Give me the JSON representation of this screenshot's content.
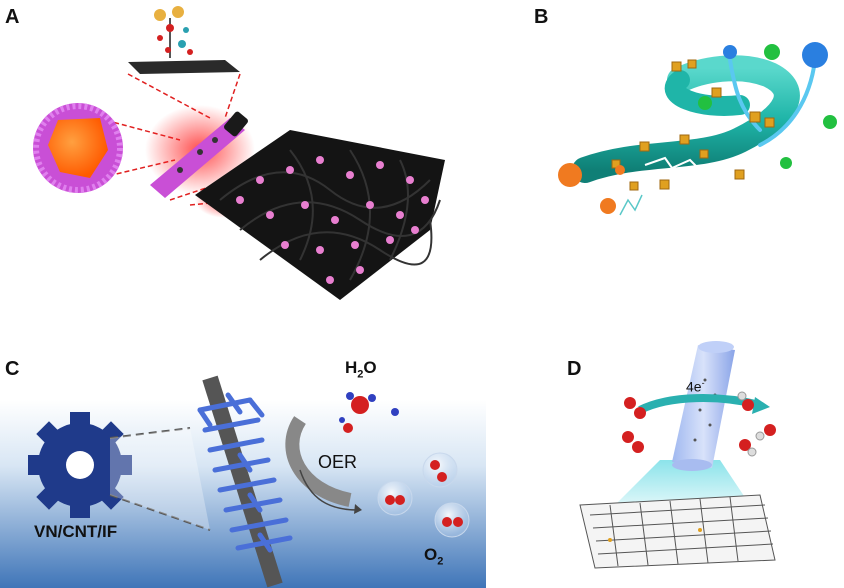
{
  "panels": {
    "a": {
      "label": "A"
    },
    "b": {
      "label": "B"
    },
    "c": {
      "label": "C",
      "h2o": "H",
      "h2o_sub": "2",
      "h2o_tail": "O",
      "oer": "OER",
      "o2": "O",
      "o2_sub": "2",
      "material": "VN/CNT/IF"
    },
    "d": {
      "label": "D",
      "electrons": "4e",
      "electrons_sup": "-"
    }
  },
  "colors": {
    "cnt_black": "#1a1a1a",
    "pink_particle": "#e87fd0",
    "magenta_shell": "#c94fd6",
    "orange_core": "#ff6a00",
    "red_zoom": "#e02020",
    "teal_tube": "#1fb5a8",
    "gold_cube": "#e0a020",
    "green_ball": "#22c040",
    "blue_ball": "#2a7fe0",
    "orange_ball": "#f07a20",
    "navy_gear": "#1f3a8a",
    "blue_fiber": "#4a6fd8",
    "gradient_top": "#ffffff",
    "gradient_bottom": "#4a7fc1",
    "oxygen_red": "#d42020",
    "hydrogen_blue": "#3040c0",
    "graphene_gray": "#555555",
    "cyan_beam": "#7fe0e8"
  }
}
